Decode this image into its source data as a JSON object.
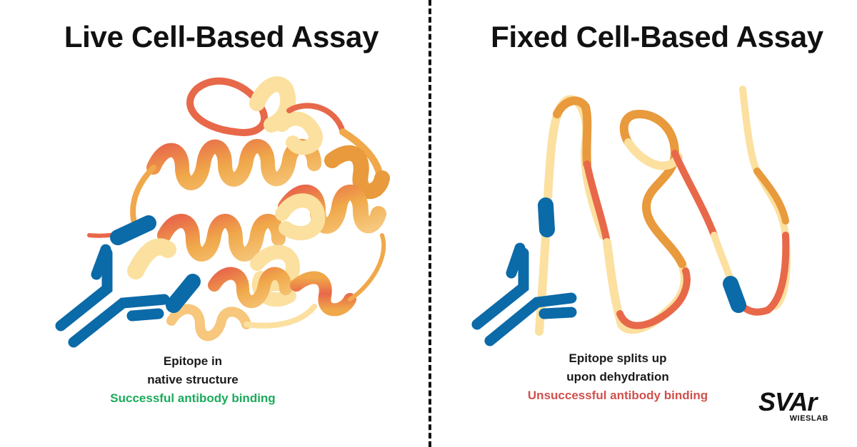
{
  "left": {
    "title": "Live Cell-Based Assay",
    "caption_line1": "Epitope in",
    "caption_line2": "native structure",
    "result": "Successful antibody binding"
  },
  "right": {
    "title": "Fixed Cell-Based Assay",
    "caption_line1": "Epitope splits up",
    "caption_line2": "upon dehydration",
    "result": "Unsuccessful antibody binding"
  },
  "logo": {
    "main": "SVAr",
    "sub": "WIESLAB"
  },
  "colors": {
    "antibody": "#0b6aa8",
    "protein_red": "#e8684a",
    "protein_orange": "#f0a84a",
    "protein_light": "#fbe0a0",
    "success": "#1aab5a",
    "failure": "#d0504c"
  },
  "icons": [
    "antibody-icon",
    "folded-protein-icon",
    "unfolded-protein-icon"
  ]
}
